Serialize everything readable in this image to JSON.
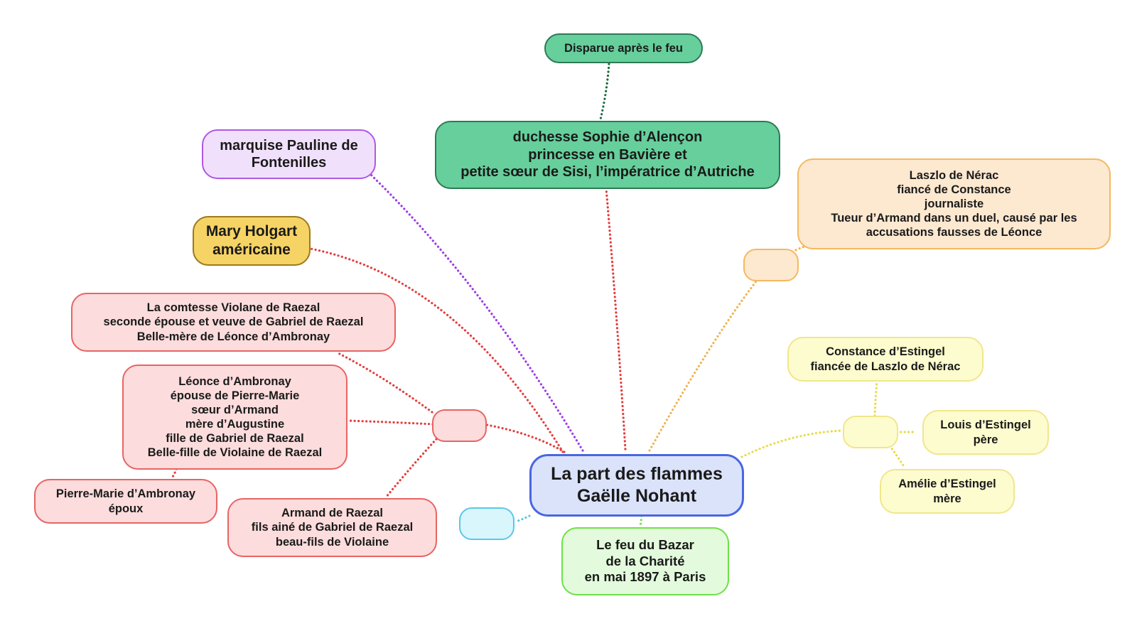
{
  "central": {
    "lines": [
      "La part des flammes",
      "Gaëlle Nohant"
    ]
  },
  "topics": {
    "disparue": {
      "lines": [
        "Disparue après le feu"
      ]
    },
    "sophie": {
      "lines": [
        "duchesse Sophie d’Alençon",
        "princesse en Bavière et",
        "petite sœur de Sisi, l’impératrice d’Autriche"
      ]
    },
    "pauline": {
      "lines": [
        "marquise Pauline de",
        "Fontenilles"
      ]
    },
    "mary": {
      "lines": [
        "Mary Holgart",
        "américaine"
      ]
    },
    "violane": {
      "lines": [
        "La comtesse Violane de Raezal",
        "seconde épouse et veuve de Gabriel de Raezal",
        "Belle-mère de Léonce d’Ambronay"
      ]
    },
    "leonce": {
      "lines": [
        "Léonce d’Ambronay",
        "épouse de Pierre-Marie",
        "sœur d’Armand",
        "mère d’Augustine",
        "fille de Gabriel de Raezal",
        "Belle-fille de Violaine de Raezal"
      ]
    },
    "pierre": {
      "lines": [
        "Pierre-Marie d’Ambronay",
        "époux"
      ]
    },
    "armand": {
      "lines": [
        "Armand de Raezal",
        "fils ainé de Gabriel de Raezal",
        "beau-fils de Violaine"
      ]
    },
    "laszlo": {
      "lines": [
        "Laszlo de Nérac",
        "fiancé de Constance",
        "journaliste",
        "Tueur d’Armand dans un duel, causé par les",
        "accusations fausses de Léonce"
      ]
    },
    "constance": {
      "lines": [
        "Constance d’Estingel",
        "fiancée de Laszlo de Nérac"
      ]
    },
    "louis": {
      "lines": [
        "Louis d’Estingel",
        "père"
      ]
    },
    "amelie": {
      "lines": [
        "Amélie d’Estingel",
        "mère"
      ]
    },
    "feu": {
      "lines": [
        "Le feu du Bazar",
        "de la Charité",
        "en mai 1897 à Paris"
      ]
    }
  },
  "colors": {
    "central": {
      "fill": "#dbe3fb",
      "border": "#4a66e0"
    },
    "green": {
      "fill": "#66cf9c",
      "border": "#2e7a55",
      "line": "#1f6b3a"
    },
    "sophie_line": "#e53d3d",
    "purple": {
      "fill": "#f1e0fb",
      "border": "#b058e6",
      "line": "#9b3de8"
    },
    "gold": {
      "fill": "#f6d365",
      "border": "#9c7a1d",
      "line": "#e53d3d"
    },
    "red": {
      "fill": "#fcdcdc",
      "border": "#e86464",
      "line": "#e53d3d"
    },
    "orange": {
      "fill": "#fde8d0",
      "border": "#f5b861",
      "line": "#f0b455"
    },
    "yellow": {
      "fill": "#fdfccf",
      "border": "#f1e68a",
      "line": "#e8dc4a"
    },
    "lightgreen": {
      "fill": "#e3fbdc",
      "border": "#6fe048",
      "line": "#7fdc5a"
    },
    "cyan": {
      "fill": "#d9f6fc",
      "border": "#5bc7ea",
      "line": "#5bc7ea"
    }
  }
}
